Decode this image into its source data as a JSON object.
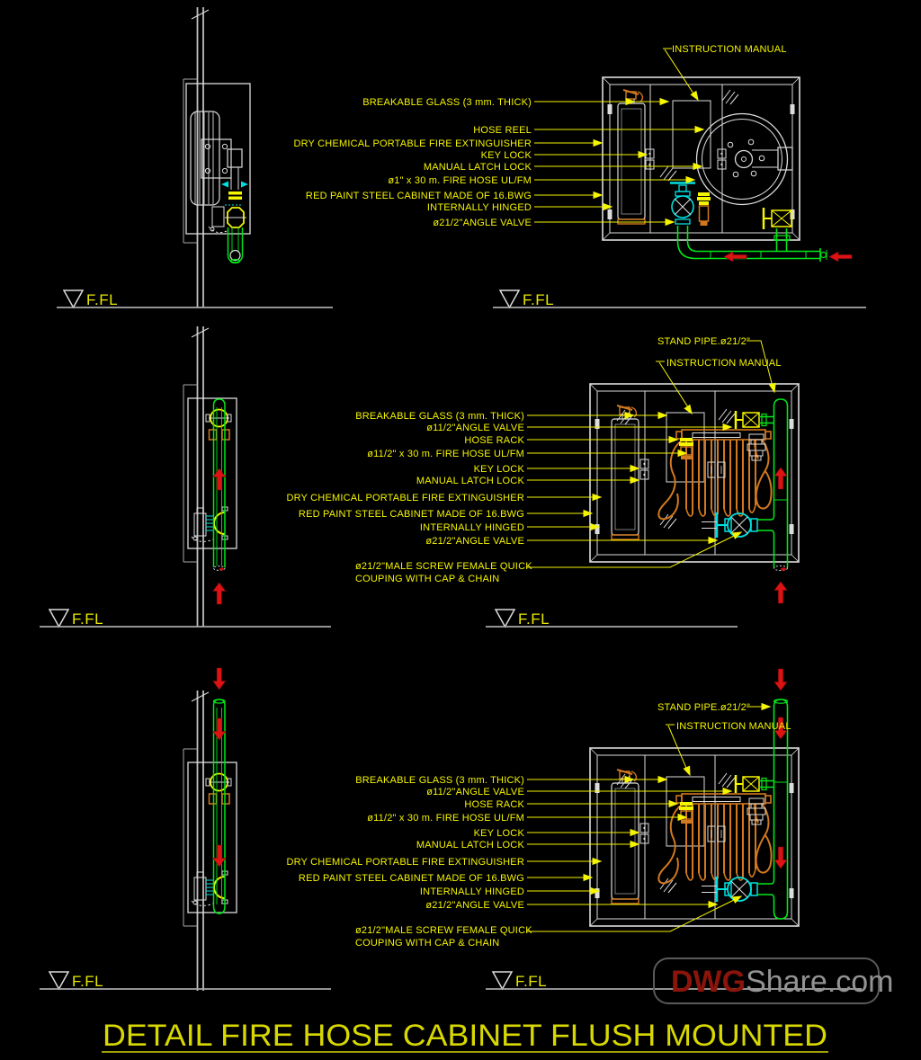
{
  "drawing": {
    "title": "DETAIL FIRE HOSE CABINET FLUSH MOUNTED",
    "floor_level_label": "F.FL",
    "watermark": {
      "red_part": "DWG",
      "gray_part": "Share.com"
    }
  },
  "colors": {
    "background": "#000000",
    "label_yellow": "#F5F500",
    "title_yellow": "#D8D800",
    "pipe_green": "#00E818",
    "valve_cyan": "#00E0E0",
    "hose_orange": "#D2781E",
    "arrow_red": "#DD1212",
    "structure_white": "#DCDCDC",
    "floor_gray": "#A8A8A8",
    "watermark_red": "#8C150B",
    "watermark_gray": "#939393"
  },
  "top": {
    "callouts": {
      "instruction_manual": "INSTRUCTION MANUAL"
    },
    "labels": [
      "BREAKABLE GLASS (3 mm. THICK)",
      "HOSE REEL",
      "DRY CHEMICAL PORTABLE FIRE EXTINGUISHER",
      "KEY LOCK",
      "MANUAL LATCH LOCK",
      "ø1\" x 30 m. FIRE HOSE UL/FM",
      "RED PAINT STEEL CABINET MADE OF 16.BWG",
      "INTERNALLY HINGED",
      "ø21/2\"ANGLE VALVE"
    ]
  },
  "middle": {
    "callouts": {
      "stand_pipe": "STAND PIPE.ø21/2\"",
      "instruction_manual": "INSTRUCTION MANUAL"
    },
    "labels": [
      "BREAKABLE GLASS (3 mm. THICK)",
      "ø11/2\"ANGLE VALVE",
      "HOSE RACK",
      "ø11/2\" x 30 m. FIRE HOSE UL/FM",
      "KEY LOCK",
      "MANUAL LATCH LOCK",
      "DRY CHEMICAL PORTABLE FIRE EXTINGUISHER",
      "RED PAINT STEEL CABINET MADE OF 16.BWG",
      "INTERNALLY HINGED",
      "ø21/2\"ANGLE VALVE",
      "ø21/2\"MALE SCREW FEMALE QUICK",
      "COUPING WITH CAP & CHAIN"
    ]
  },
  "bottom": {
    "callouts": {
      "stand_pipe": "STAND PIPE.ø21/2\"",
      "instruction_manual": "INSTRUCTION MANUAL"
    },
    "labels": [
      "BREAKABLE GLASS (3 mm. THICK)",
      "ø11/2\"ANGLE VALVE",
      "HOSE RACK",
      "ø11/2\" x 30 m. FIRE HOSE UL/FM",
      "KEY LOCK",
      "MANUAL LATCH LOCK",
      "DRY CHEMICAL PORTABLE FIRE EXTINGUISHER",
      "RED PAINT STEEL CABINET MADE OF 16.BWG",
      "INTERNALLY HINGED",
      "ø21/2\"ANGLE VALVE",
      "ø21/2\"MALE SCREW FEMALE QUICK",
      "COUPING WITH CAP & CHAIN"
    ]
  }
}
